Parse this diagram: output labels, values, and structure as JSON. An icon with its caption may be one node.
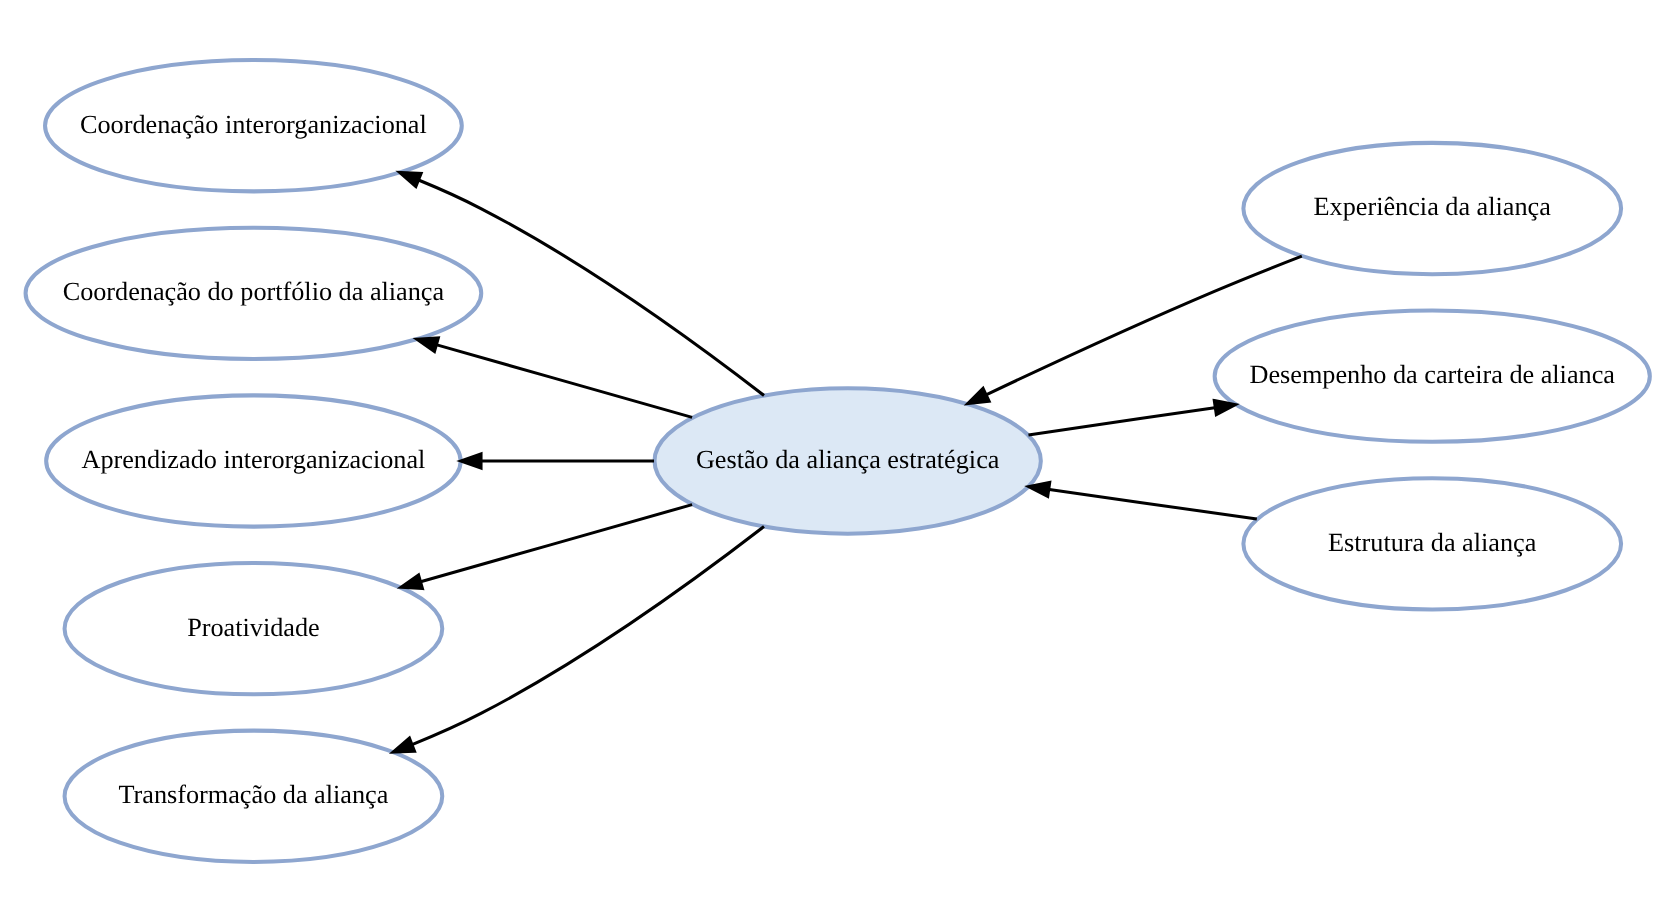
{
  "diagram": {
    "nodes": [
      {
        "text": [
          "Coordenação interorganizacional"
        ]
      },
      {
        "text": [
          "Experiência da aliança"
        ]
      },
      {
        "text": [
          "Coordenação do portfólio da aliança"
        ]
      },
      {
        "text": [
          "Gestão da aliança estratégica"
        ]
      },
      {
        "text": [
          "Aprendizado interorganizacional"
        ]
      },
      {
        "text": [
          "Desempenho da carteira de alianca"
        ]
      },
      {
        "text": [
          "Proatividade"
        ]
      },
      {
        "text": [
          "Estrutura da aliança"
        ]
      },
      {
        "text": [
          "Transformação da aliança"
        ]
      }
    ],
    "edges": [
      {
        "from": 3,
        "to": 0,
        "arrow": "to"
      },
      {
        "from": 3,
        "to": 2,
        "arrow": "to"
      },
      {
        "from": 3,
        "to": 4,
        "arrow": "to"
      },
      {
        "from": 3,
        "to": 6,
        "arrow": "to"
      },
      {
        "from": 3,
        "to": 8,
        "arrow": "to"
      },
      {
        "from": 1,
        "to": 3,
        "arrow": "to"
      },
      {
        "from": 7,
        "to": 3,
        "arrow": "to"
      },
      {
        "from": 3,
        "to": 5,
        "arrow": "to"
      }
    ]
  }
}
